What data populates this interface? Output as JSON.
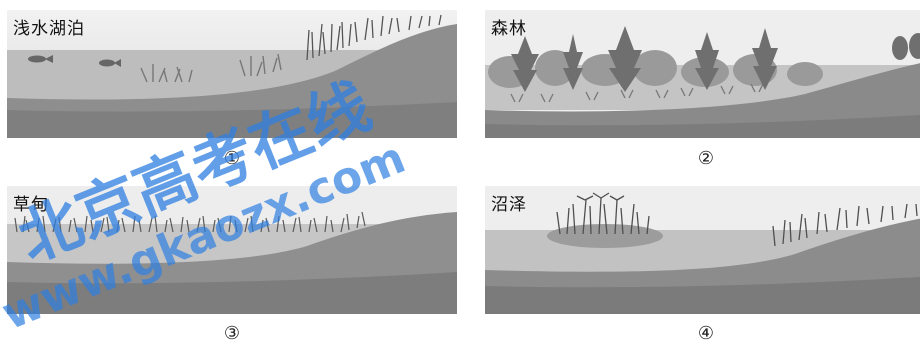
{
  "panels": [
    {
      "title": "浅水湖泊",
      "number": "①"
    },
    {
      "title": "森林",
      "number": "②"
    },
    {
      "title": "草甸",
      "number": "③"
    },
    {
      "title": "沼泽",
      "number": "④"
    }
  ],
  "watermark": {
    "line1": "北京高考在线",
    "line2": "www.gkaozx.com"
  }
}
